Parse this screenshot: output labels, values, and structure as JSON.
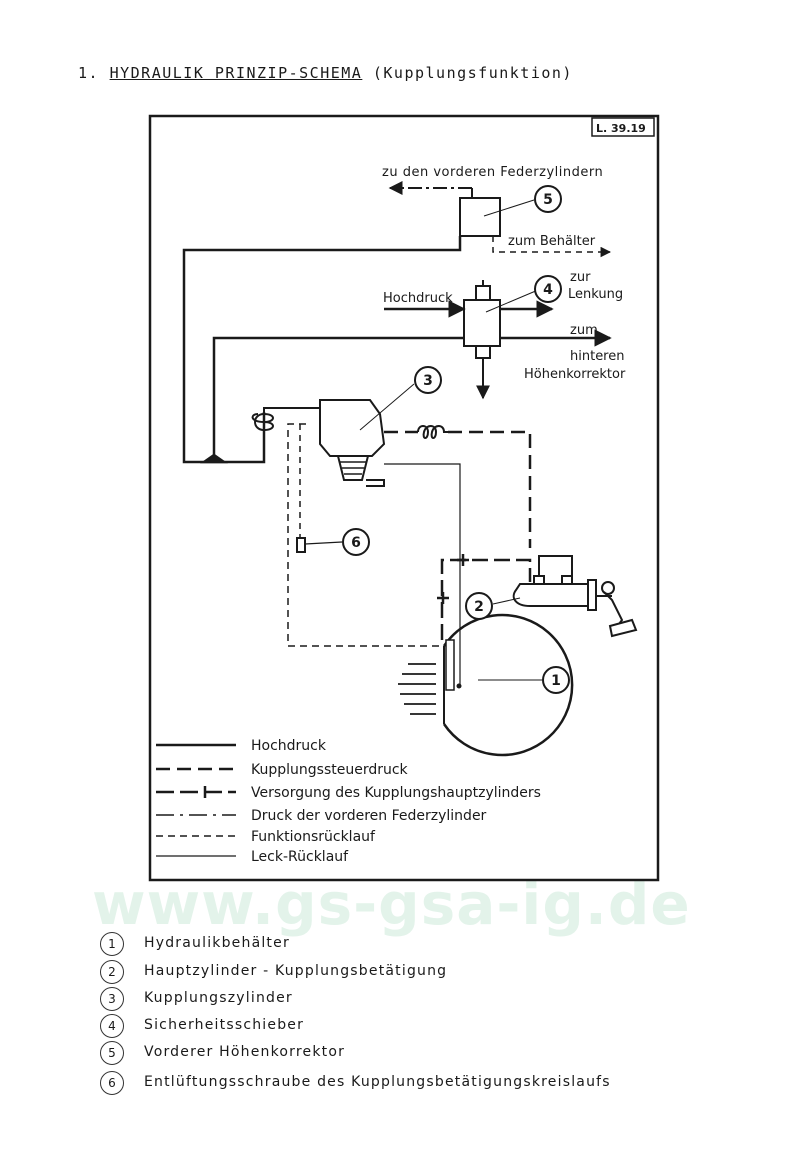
{
  "heading": {
    "number": "1.",
    "title": "HYDRAULIK PRINZIP-SCHEMA",
    "subtitle": "(Kupplungsfunktion)"
  },
  "diagram": {
    "code": "L. 39.19",
    "labels": {
      "front_cylinders": "zu den vorderen Federzylindern",
      "to_reservoir": "zum Behälter",
      "to_steering_1": "zur",
      "to_steering_2": "Lenkung",
      "high_pressure": "Hochdruck",
      "rear_1": "zum",
      "rear_2": "hinteren",
      "rear_3": "Höhenkorrektor"
    },
    "callouts": [
      "1",
      "2",
      "3",
      "4",
      "5",
      "6"
    ],
    "legend": [
      "Hochdruck",
      "Kupplungssteuerdruck",
      "Versorgung des Kupplungshauptzylinders",
      "Druck der vorderen Federzylinder",
      "Funktionsrücklauf",
      "Leck-Rücklauf"
    ]
  },
  "watermark": "www.gs-gsa-ig.de",
  "key": [
    {
      "num": "1",
      "text": "Hydraulikbehälter"
    },
    {
      "num": "2",
      "text": "Hauptzylinder - Kupplungsbetätigung"
    },
    {
      "num": "3",
      "text": "Kupplungszylinder"
    },
    {
      "num": "4",
      "text": "Sicherheitsschieber"
    },
    {
      "num": "5",
      "text": "Vorderer Höhenkorrektor"
    },
    {
      "num": "6",
      "text": "Entlüftungsschraube des Kupplungsbetätigungskreislaufs"
    }
  ]
}
